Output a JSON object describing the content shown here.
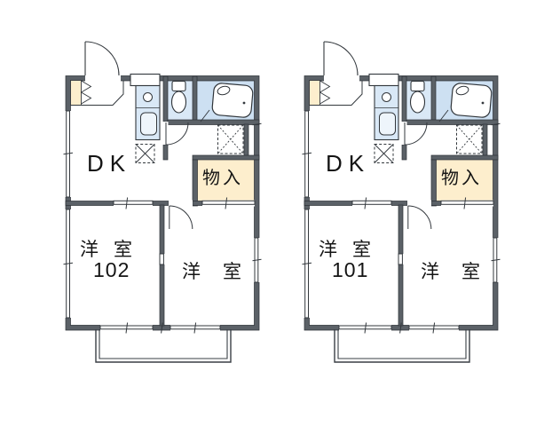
{
  "page": {
    "background": "#ffffff",
    "kind": "apartment floor plans, two units side by side"
  },
  "colors": {
    "wall": "#5b6167",
    "wall_edge": "#2b3036",
    "water_area": "#d9e8f6",
    "bath_floor": "#cde0f2",
    "closet_fill": "#fdeecd",
    "thin_line": "#33383d",
    "text": "#141414"
  },
  "icons": {
    "entrance-door-icon": "quarter-arc swing",
    "interior-door-icon": "quarter-arc swing",
    "kitchen-unit-icon": "counter, burner circle, sink basin",
    "toilet-icon": "tank and bowl",
    "bathtub-icon": "rounded tub with faucet oval",
    "refrigerator-place-icon": "dashed box with X",
    "washer-place-icon": "dashed box with X",
    "shoe-cabinet-icon": "folding-door zigzag",
    "window-icon": "double thin line in wall",
    "balcony-icon": "double-line railing"
  },
  "plans": [
    {
      "dk_label": "DK",
      "closet_label": "物入",
      "bedroom_main_label": "洋室",
      "bedroom_main_number": "102",
      "bedroom_sub_label": "洋室"
    },
    {
      "dk_label": "DK",
      "closet_label": "物入",
      "bedroom_main_label": "洋室",
      "bedroom_main_number": "101",
      "bedroom_sub_label": "洋室"
    }
  ]
}
